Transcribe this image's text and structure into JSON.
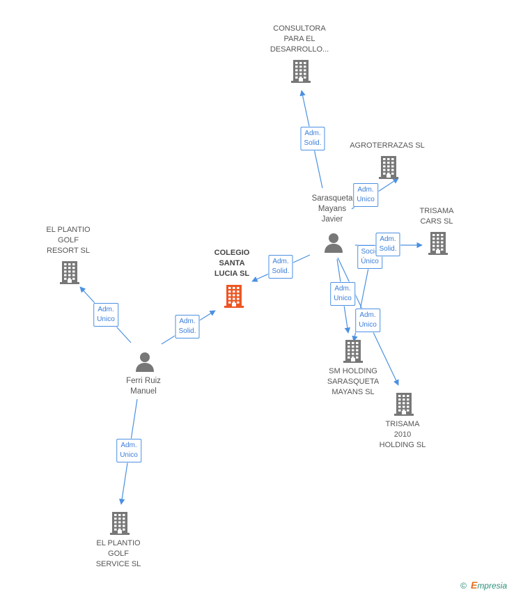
{
  "colors": {
    "edge": "#4a90e2",
    "building": "#777777",
    "main_building": "#ee5522",
    "person": "#777777"
  },
  "nodes": {
    "colegio": {
      "label_lines": [
        "COLEGIO",
        "SANTA",
        "LUCIA SL"
      ],
      "icon": "building-icon"
    },
    "consultora": {
      "label_lines": [
        "CONSULTORA",
        "PARA EL",
        "DESARROLLO..."
      ],
      "icon": "building-icon"
    },
    "agroterrazas": {
      "label_lines": [
        "AGROTERRAZAS SL"
      ],
      "icon": "building-icon"
    },
    "trisama_cars": {
      "label_lines": [
        "TRISAMA",
        "CARS SL"
      ],
      "icon": "building-icon"
    },
    "sm_holding": {
      "label_lines": [
        "SM HOLDING",
        "SARASQUETA",
        "MAYANS SL"
      ],
      "icon": "building-icon"
    },
    "trisama_2010": {
      "label_lines": [
        "TRISAMA",
        "2010",
        "HOLDING SL"
      ],
      "icon": "building-icon"
    },
    "plantio_resort": {
      "label_lines": [
        "EL PLANTIO",
        "GOLF",
        "RESORT SL"
      ],
      "icon": "building-icon"
    },
    "plantio_service": {
      "label_lines": [
        "EL PLANTIO",
        "GOLF",
        "SERVICE SL"
      ],
      "icon": "building-icon"
    },
    "sarasqueta": {
      "label_lines": [
        "Sarasqueta",
        "Mayans",
        "Javier"
      ],
      "icon": "person-icon"
    },
    "ferri": {
      "label_lines": [
        "Ferri Ruiz",
        "Manuel"
      ],
      "icon": "person-icon"
    }
  },
  "edges": [
    {
      "lines": [
        "Adm.",
        "Solid."
      ]
    },
    {
      "lines": [
        "Adm.",
        "Unico"
      ]
    },
    {
      "lines": [
        "Adm.",
        "Solid."
      ]
    },
    {
      "lines": [
        "Socio",
        "Único"
      ]
    },
    {
      "lines": [
        "Adm.",
        "Unico"
      ]
    },
    {
      "lines": [
        "Adm.",
        "Unico"
      ]
    },
    {
      "lines": [
        "Adm.",
        "Solid."
      ]
    },
    {
      "lines": [
        "Adm.",
        "Unico"
      ]
    },
    {
      "lines": [
        "Adm.",
        "Solid."
      ]
    },
    {
      "lines": [
        "Adm.",
        "Unico"
      ]
    }
  ],
  "footer": {
    "copyright": "©",
    "brand_initial": "E",
    "brand_rest": "mpresia"
  }
}
